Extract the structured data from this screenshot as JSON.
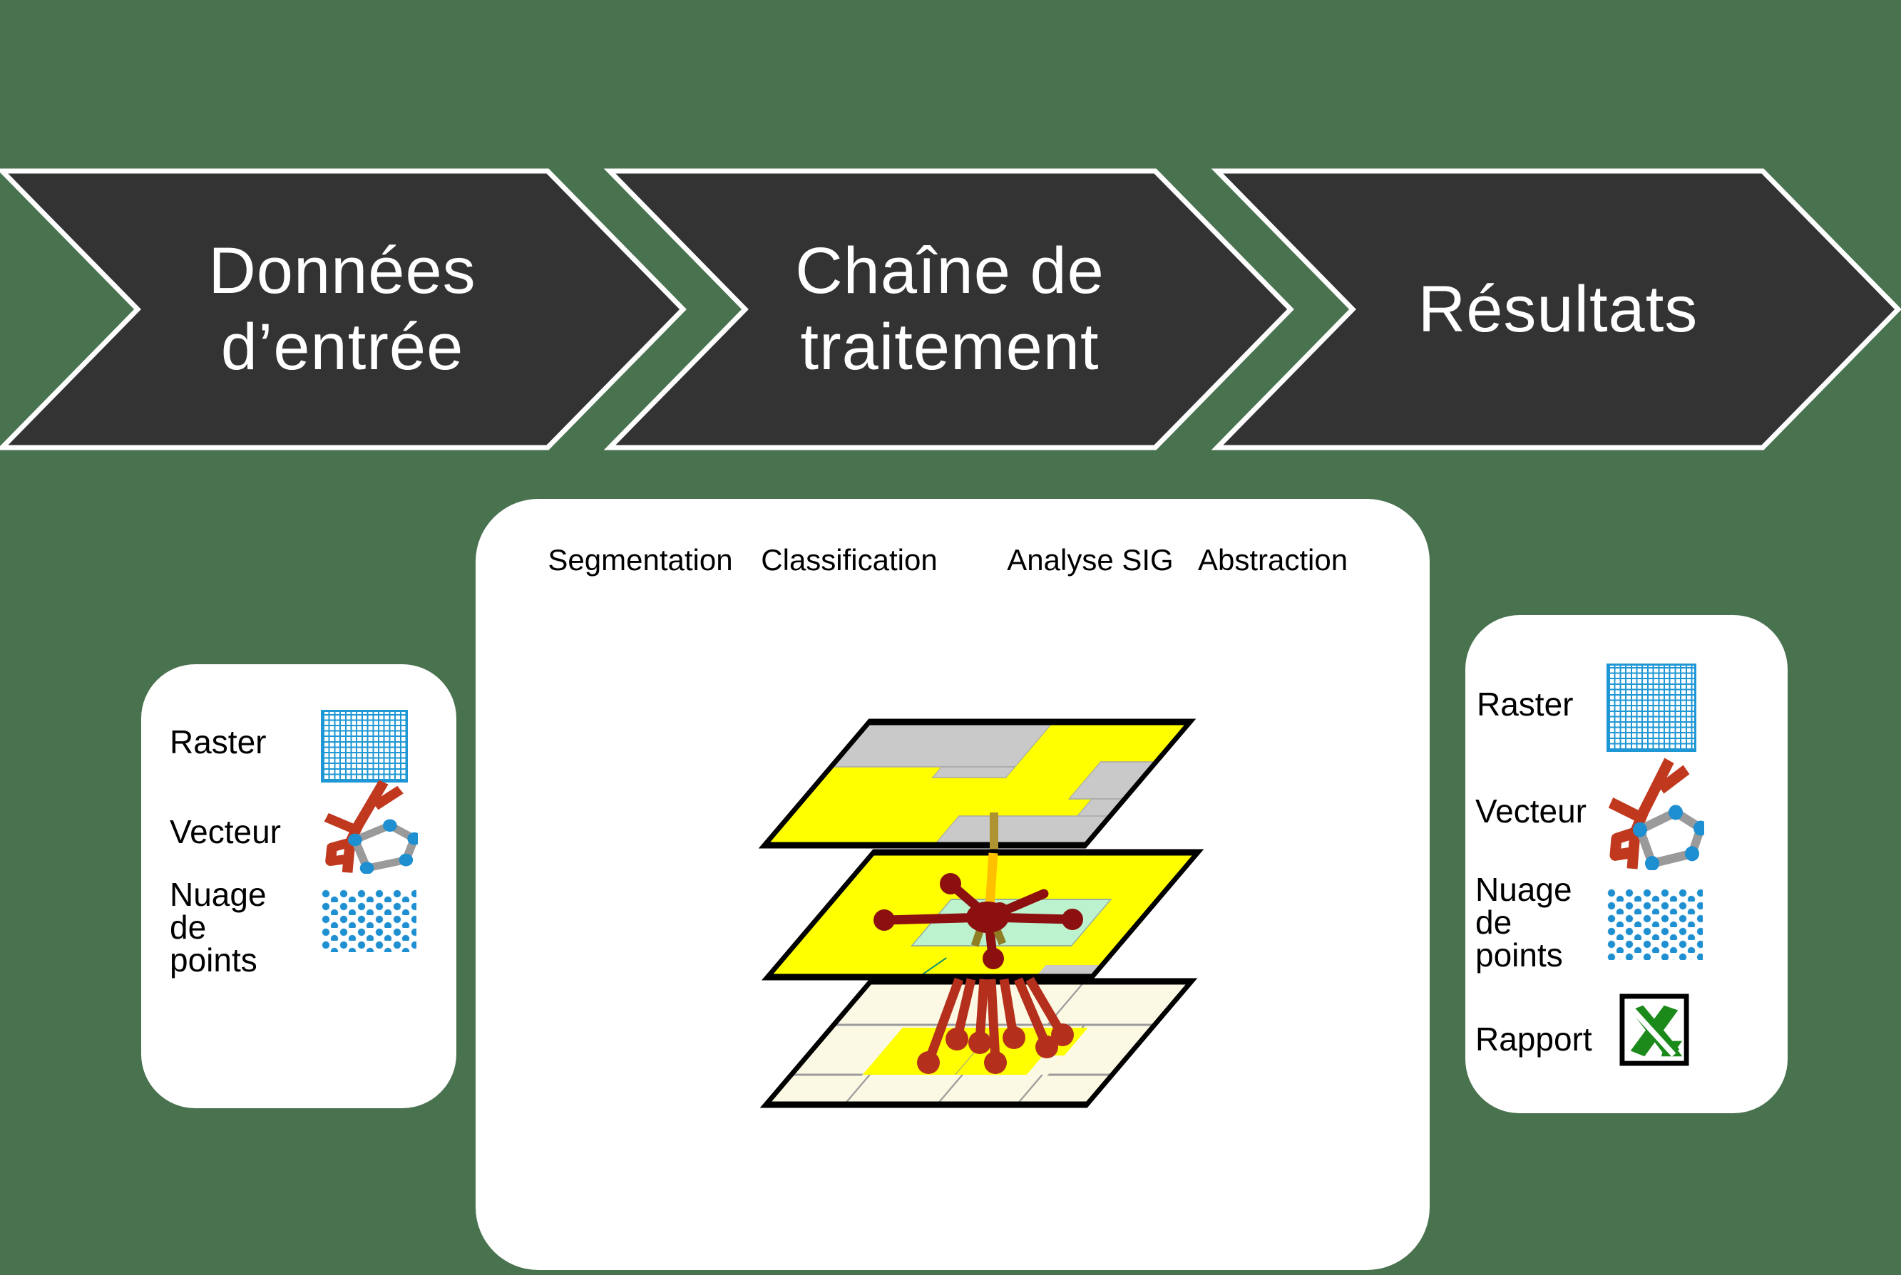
{
  "chevrons": [
    {
      "line1": "Données",
      "line2": "d’entrée"
    },
    {
      "line1": "Chaîne de",
      "line2": "traitement"
    },
    {
      "line1": "Résultats",
      "line2": ""
    }
  ],
  "pipeline": {
    "steps": [
      "Segmentation",
      "Classification",
      "Analyse SIG",
      "Abstraction"
    ]
  },
  "input_panel": {
    "raster": "Raster",
    "vecteur": "Vecteur",
    "nuage": "Nuage de points"
  },
  "output_panel": {
    "raster": "Raster",
    "vecteur": "Vecteur",
    "nuage": "Nuage de points",
    "rapport": "Rapport"
  },
  "icons": {
    "raster": "raster-grid-icon",
    "vecteur": "vector-data-icon",
    "nuage": "point-cloud-icon",
    "rapport": "excel-report-icon"
  },
  "colors": {
    "background": "#49724F",
    "chevron_fill": "#333333",
    "chevron_outline": "#FFFFFF",
    "layer_yellow": "#FFFF00",
    "layer_gray": "#C9C9C9",
    "layer_mint": "#BCF2CE",
    "layer_cream": "#FBF9E3",
    "network_maroon": "#8C1010",
    "fan_red": "#B5301C",
    "connector_amber": "#FFC000",
    "connector_olive": "#AD9430",
    "icon_blue": "#1E97D4",
    "icon_red": "#C0391F",
    "icon_gray": "#9A9A9A",
    "excel_green": "#1B8A1B"
  }
}
